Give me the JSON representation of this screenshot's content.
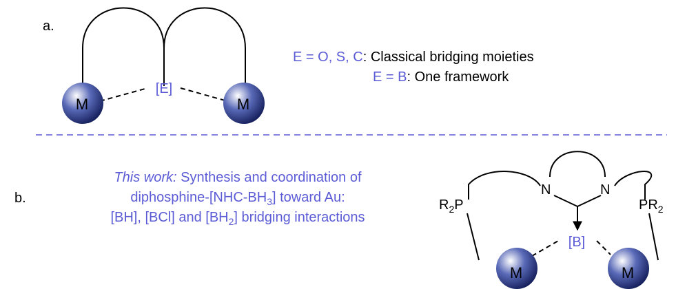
{
  "colors": {
    "accent": "#5b5bd6",
    "black": "#000000",
    "sphere_light": "#ffffff",
    "sphere_mid": "#5a6ab8",
    "sphere_dark": "#101a55"
  },
  "part_a": {
    "label": "a.",
    "metal_left": "M",
    "metal_right": "M",
    "bridge": "[E]",
    "line1": {
      "e_prefix": "E = ",
      "elements": "O, S, C",
      "colon": ":",
      "text": " Classical bridging moieties"
    },
    "line2": {
      "e_prefix": "E = ",
      "elements": "B",
      "colon": ":",
      "text": " One framework"
    }
  },
  "part_b": {
    "label": "b.",
    "title_italic": "This work:",
    "title_rest": " Synthesis and coordination of",
    "line2_pre": "diphosphine-[NHC-BH",
    "line2_sub": "3",
    "line2_post": "] toward Au:",
    "line3_a": "[BH], [BCl] and [BH",
    "line3_sub": "2",
    "line3_b": "] bridging interactions",
    "n_left": "N",
    "n_right": "N",
    "r2p_r": "R",
    "r2p_sub": "2",
    "r2p_p": "P",
    "pr2_p": "PR",
    "pr2_sub": "2",
    "bridge": "[B]",
    "metal_left": "M",
    "metal_right": "M"
  }
}
